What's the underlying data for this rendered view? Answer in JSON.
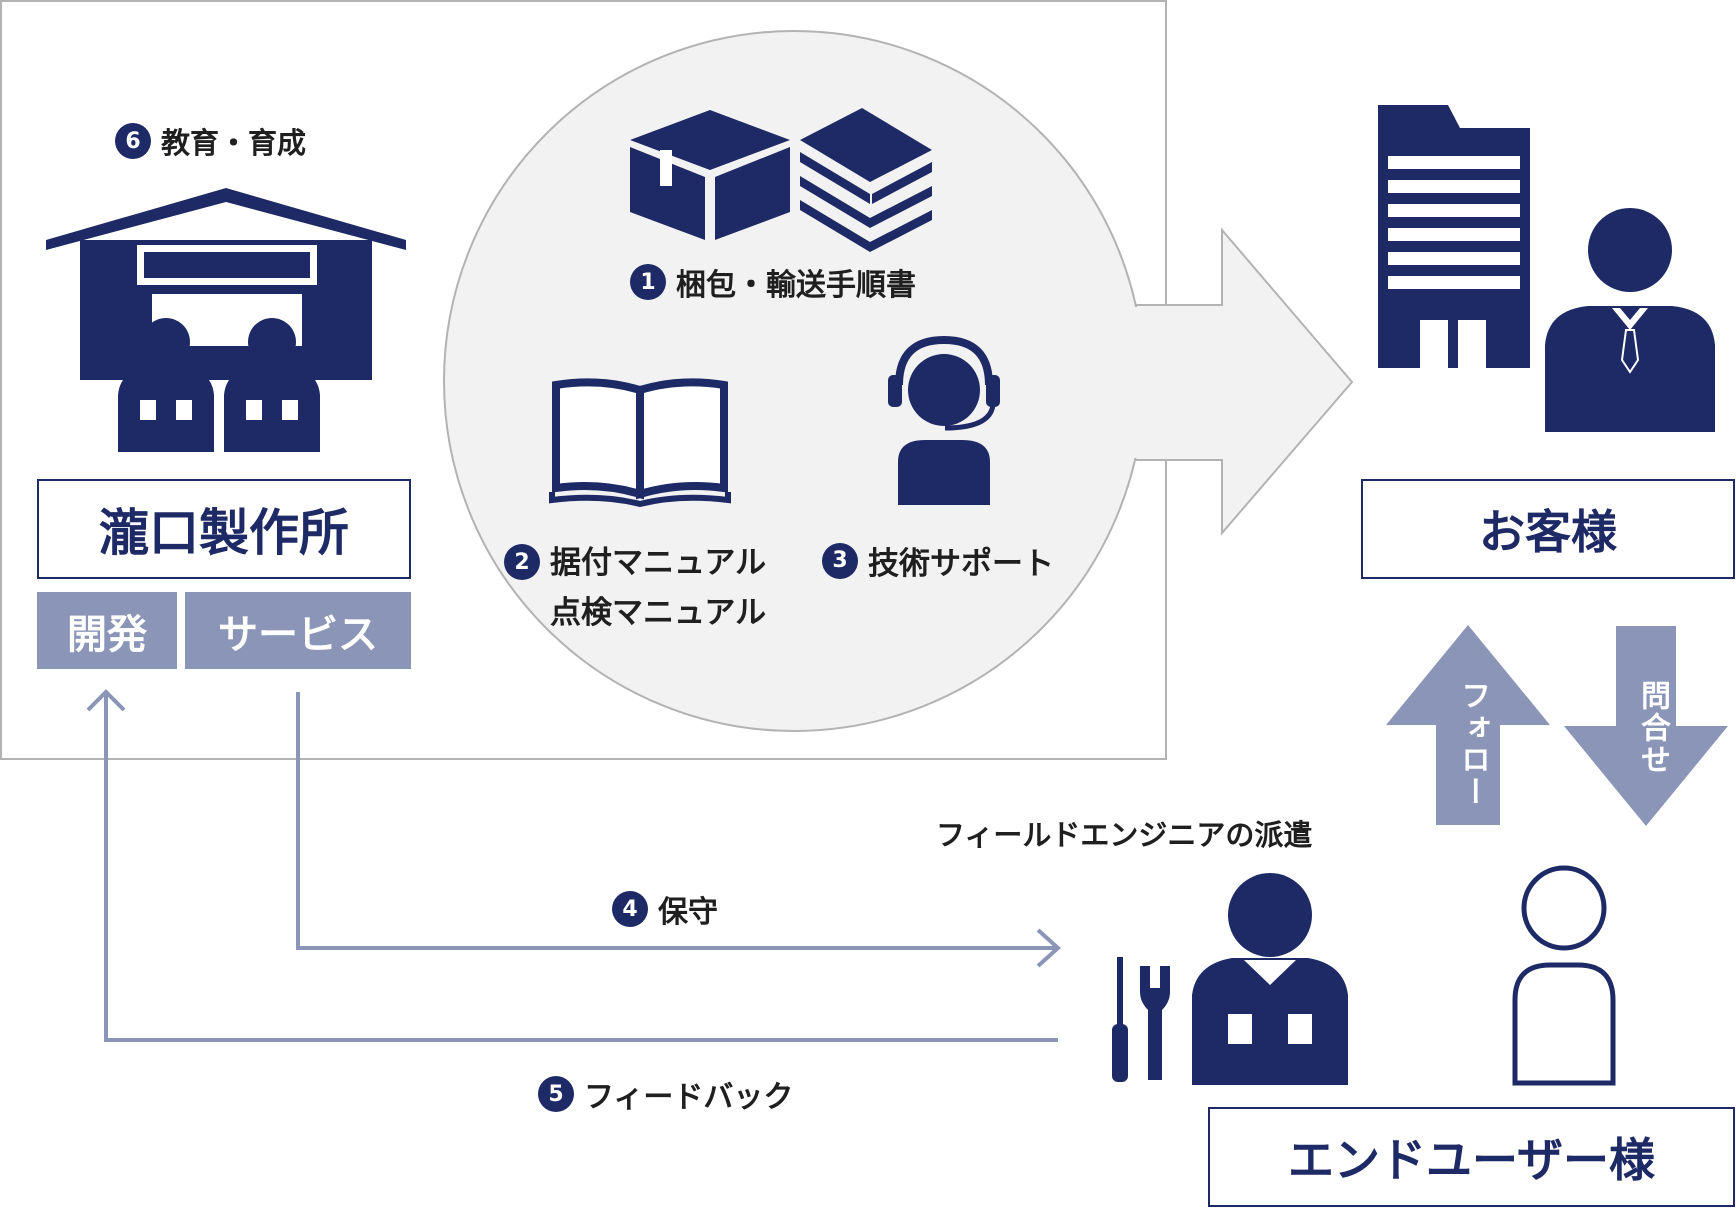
{
  "colors": {
    "navy": "#1e2a66",
    "arrow": "#8a95b8",
    "circle_bg": "#f2f2f2",
    "frame": "#b3b3b3"
  },
  "company": {
    "name": "瀧口製作所",
    "tags": [
      "開発",
      "サービス"
    ]
  },
  "education": {
    "number": "6",
    "label": "教育・育成"
  },
  "items": [
    {
      "number": "1",
      "label": "梱包・輸送手順書"
    },
    {
      "number": "2",
      "label_line1": "据付マニュアル",
      "label_line2": "点検マニュアル"
    },
    {
      "number": "3",
      "label": "技術サポート"
    }
  ],
  "customer": {
    "name": "お客様"
  },
  "end_user": {
    "name": "エンドユーザー様"
  },
  "vertical_arrows": {
    "up": "フォロー",
    "down": "問合せ"
  },
  "dispatch": {
    "label": "フィールドエンジニアの派遣"
  },
  "maintenance": {
    "number": "4",
    "label": "保守"
  },
  "feedback": {
    "number": "5",
    "label": "フィードバック"
  },
  "icons": [
    "warehouse-icon",
    "worker-icon",
    "box-icon",
    "books-icon",
    "manual-icon",
    "operator-headset-icon",
    "office-building-icon",
    "businessman-icon",
    "tools-icon",
    "field-engineer-icon",
    "person-outline-icon"
  ]
}
